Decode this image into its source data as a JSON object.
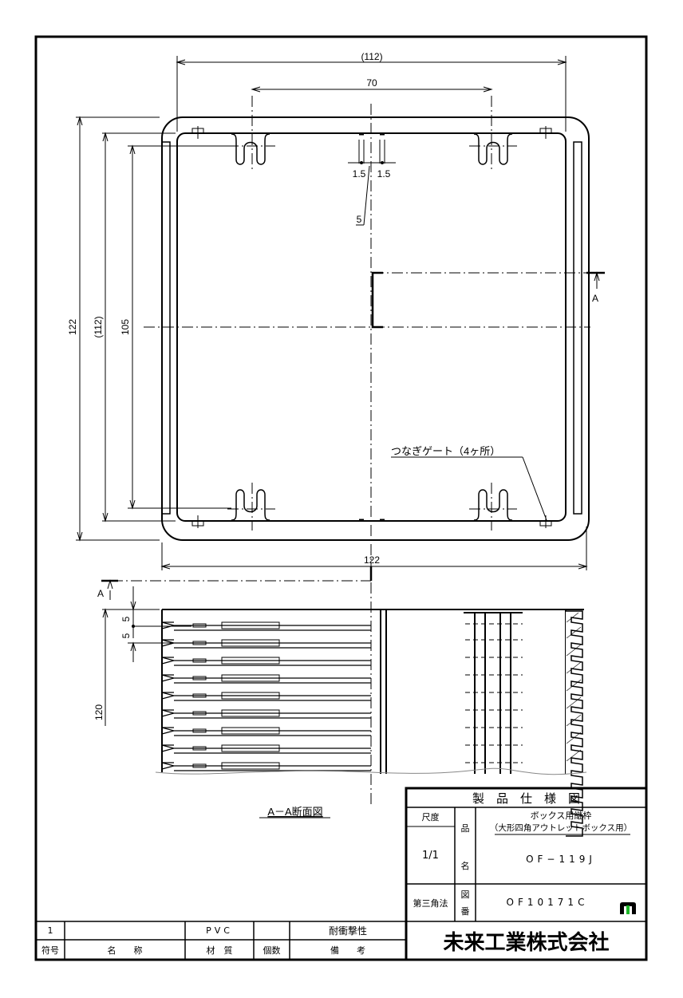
{
  "plan_view": {
    "dim_top_outer": "(112)",
    "dim_top_inner": "70",
    "dim_gap_left": "1.5",
    "dim_gap_right": "1.5",
    "dim_gate_width": "5",
    "dim_left_outer": "122",
    "dim_left_mid": "(112)",
    "dim_left_inner": "105",
    "dim_bottom": "122",
    "section_marker_top": "A",
    "gate_label": "つなぎゲート（4ヶ所）"
  },
  "section_view": {
    "section_marker": "A",
    "dim_pitch_1": "5",
    "dim_pitch_2": "5",
    "dim_height": "120",
    "title": "A－A断面図"
  },
  "title_block": {
    "header": "製　品　仕　様　図",
    "scale_label": "尺度",
    "scale_value": "1/1",
    "name_label_1": "品",
    "name_label_2": "名",
    "product_line1": "ボックス用継枠",
    "product_line2": "（大形四角アウトレットボックス用）",
    "product_code": "OF−119J",
    "projection": "第三角法",
    "drawing_no_label_1": "図",
    "drawing_no_label_2": "番",
    "drawing_no": "OF10171C",
    "company": "未来工業株式会社",
    "logo_color": "#1fb82a"
  },
  "parts_list": {
    "row": {
      "no": "1",
      "name": "",
      "material": "PVC",
      "qty": "",
      "remarks": "耐衝撃性"
    },
    "headers": {
      "no": "符号",
      "name": "名　　称",
      "material": "材　質",
      "qty": "個数",
      "remarks": "備　　考"
    }
  }
}
